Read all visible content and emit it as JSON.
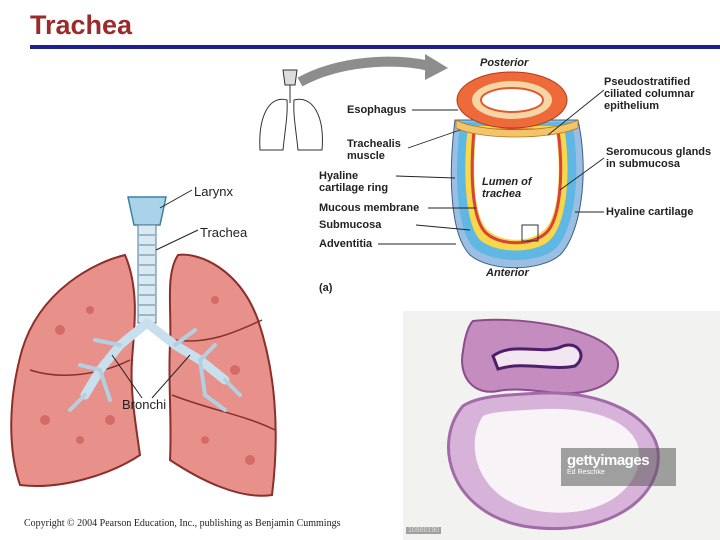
{
  "slide": {
    "title": "Trachea",
    "copyright": "Copyright © 2004 Pearson Education, Inc., publishing as Benjamin Cummings"
  },
  "lung_diagram": {
    "labels": {
      "larynx": "Larynx",
      "trachea": "Trachea",
      "bronchi": "Bronchi"
    }
  },
  "cross_section": {
    "orientation": {
      "posterior": "Posterior",
      "anterior": "Anterior"
    },
    "lumen": "Lumen of trachea",
    "panel_label": "(a)",
    "left_labels": {
      "esophagus": "Esophagus",
      "trachealis": "Trachealis muscle",
      "hyaline_ring": "Hyaline cartilage ring",
      "mucous": "Mucous membrane",
      "submucosa": "Submucosa",
      "adventitia": "Adventitia"
    },
    "right_labels": {
      "epithelium": "Pseudostratified ciliated columnar epithelium",
      "glands": "Seromucous glands in submucosa",
      "hyaline": "Hyaline cartilage"
    }
  },
  "photo": {
    "watermark": "gettyimages",
    "credit": "Ed Reschke",
    "image_id": "10980190"
  }
}
